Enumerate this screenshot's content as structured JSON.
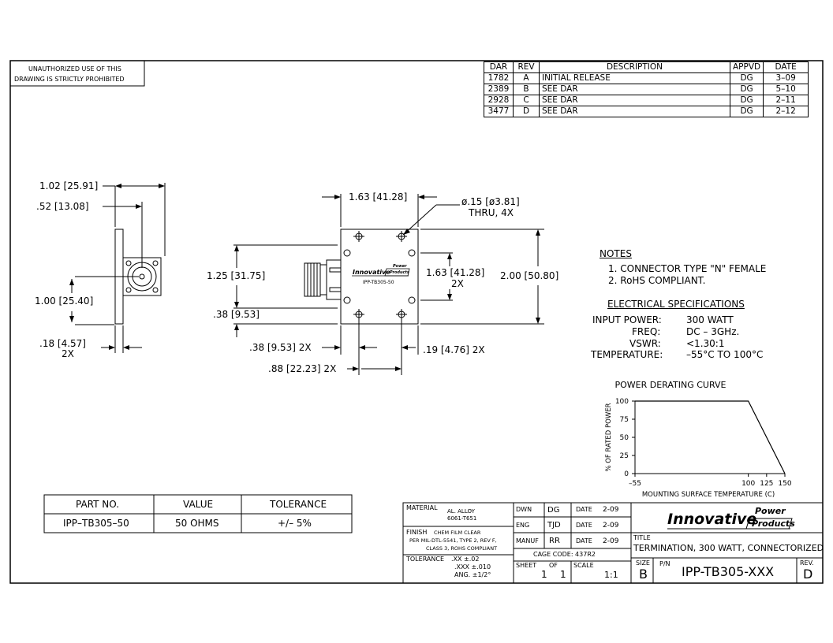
{
  "warning": {
    "line1": "UNAUTHORIZED USE OF THIS",
    "line2": "DRAWING IS STRICTLY PROHIBITED"
  },
  "revisions": {
    "headers": [
      "DAR",
      "REV",
      "DESCRIPTION",
      "APPVD",
      "DATE"
    ],
    "rows": [
      [
        "1782",
        "A",
        "INITIAL RELEASE",
        "DG",
        "3–09"
      ],
      [
        "2389",
        "B",
        "SEE DAR",
        "DG",
        "5–10"
      ],
      [
        "2928",
        "C",
        "SEE DAR",
        "DG",
        "2–11"
      ],
      [
        "3477",
        "D",
        "SEE DAR",
        "DG",
        "2–12"
      ]
    ]
  },
  "dimensions": {
    "side_width": "1.02 [25.91]",
    "side_center": ".52 [13.08]",
    "side_height": "1.00 [25.40]",
    "side_flange": ".18 [4.57]",
    "side_flange_count": "2X",
    "top_width": "1.63 [41.28]",
    "hole_dia": "ø.15 [ø3.81]",
    "hole_note": "THRU, 4X",
    "left_height": "1.25 [31.75]",
    "left_offset": ".38 [9.53]",
    "hole_spacing": "1.63 [41.28]",
    "hole_spacing_count": "2X",
    "overall_height": "2.00 [50.80]",
    "bottom_offset": ".38 [9.53] 2X",
    "bottom_hole_offset": ".19 [4.76] 2X",
    "bottom_spacing": ".88 [22.23] 2X"
  },
  "device_label": {
    "brand": "Innovative",
    "brand_small_1": "Power",
    "brand_small_2": "Products",
    "part": "IPP-TB305-50"
  },
  "notes": {
    "title": "NOTES",
    "items": [
      "1. CONNECTOR TYPE \"N\" FEMALE",
      "2. RoHS COMPLIANT."
    ]
  },
  "electrical": {
    "title": "ELECTRICAL SPECIFICATIONS",
    "rows": [
      {
        "label": "INPUT POWER:",
        "value": "300 WATT"
      },
      {
        "label": "FREQ:",
        "value": "DC – 3GHz."
      },
      {
        "label": "VSWR:",
        "value": "<1.30:1"
      },
      {
        "label": "TEMPERATURE:",
        "value": "–55°C TO 100°C"
      }
    ]
  },
  "chart_data": {
    "type": "line",
    "title": "POWER DERATING CURVE",
    "xlabel": "MOUNTING SURFACE TEMPERATURE (C)",
    "ylabel": "% OF RATED POWER",
    "x_ticks": [
      "–55",
      "100",
      "125",
      "150"
    ],
    "x_tick_values": [
      -55,
      100,
      125,
      150
    ],
    "y_ticks": [
      "0",
      "25",
      "50",
      "75",
      "100"
    ],
    "y_tick_values": [
      0,
      25,
      50,
      75,
      100
    ],
    "xlim": [
      -55,
      150
    ],
    "ylim": [
      0,
      100
    ],
    "series": [
      {
        "x": [
          -55,
          100,
          150
        ],
        "y": [
          100,
          100,
          0
        ]
      }
    ]
  },
  "part_table": {
    "headers": [
      "PART NO.",
      "VALUE",
      "TOLERANCE"
    ],
    "rows": [
      [
        "IPP–TB305–50",
        "50 OHMS",
        "+/– 5%"
      ]
    ]
  },
  "title_block": {
    "material_label": "MATERIAL",
    "material_1": "AL. ALLOY",
    "material_2": "6061-T651",
    "finish_label": "FINISH",
    "finish_1": "CHEM FILM CLEAR",
    "finish_2": "PER MIL-DTL-5541, TYPE 2, REV F,",
    "finish_3": "CLASS 3, ROHS COMPLIANT",
    "tolerance_label": "TOLERANCE",
    "tol_1": ".XX   ±.02",
    "tol_2": ".XXX  ±.010",
    "tol_3": "ANG.  ±1/2°",
    "dwn_label": "DWN",
    "dwn": "DG",
    "eng_label": "ENG",
    "eng": "TJD",
    "manuf_label": "MANUF",
    "manuf": "RR",
    "date_label": "DATE",
    "date1": "2-09",
    "date2": "2-09",
    "date3": "2-09",
    "cage": "CAGE CODE:  437R2",
    "sheet_label": "SHEET",
    "of_label": "OF",
    "sheet": "1",
    "sheets": "1",
    "scale_label": "SCALE",
    "scale": "1:1",
    "company": "Innovative",
    "company_small_1": "Power",
    "company_small_2": "Products",
    "title_label": "TITLE",
    "title": "TERMINATION, 300 WATT, CONNECTORIZED",
    "size_label": "SIZE",
    "size": "B",
    "pn_label": "P/N",
    "pn": "IPP-TB305-XXX",
    "rev_label": "REV.",
    "rev": "D"
  }
}
